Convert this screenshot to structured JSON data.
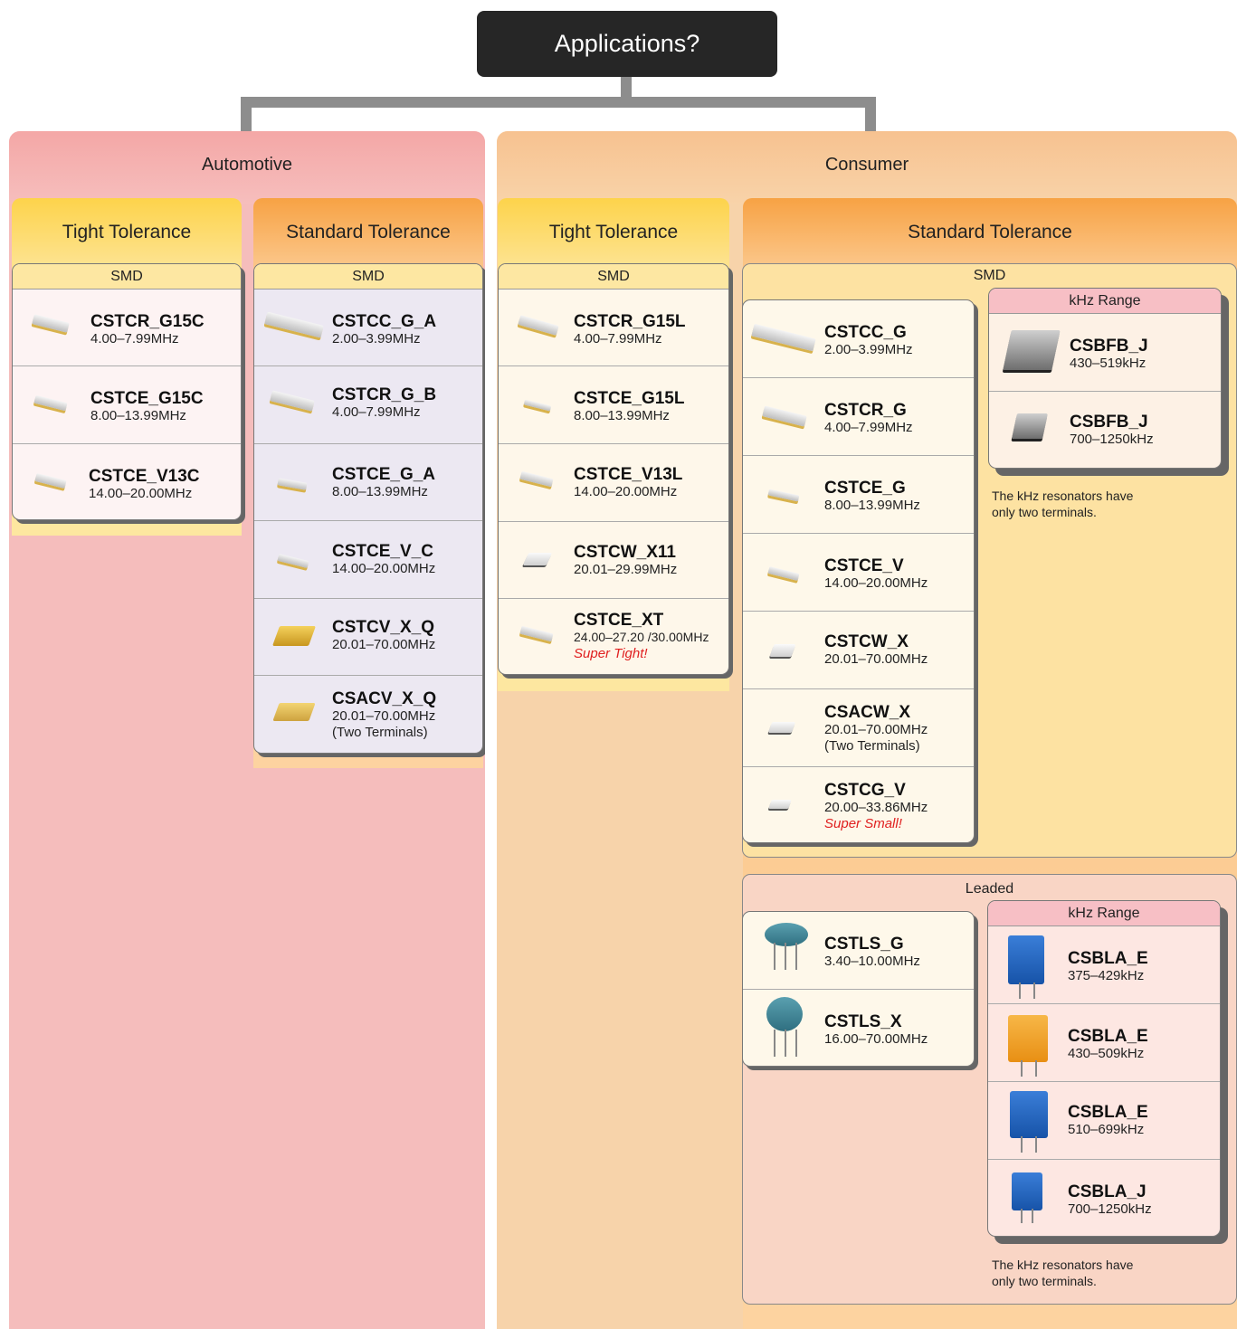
{
  "root_label": "Applications?",
  "automotive": {
    "title": "Automotive",
    "tight": {
      "title": "Tight Tolerance",
      "smd_label": "SMD",
      "items": [
        {
          "name": "CSTCR_G15C",
          "range": "4.00–7.99MHz"
        },
        {
          "name": "CSTCE_G15C",
          "range": "8.00–13.99MHz"
        },
        {
          "name": "CSTCE_V13C",
          "range": "14.00–20.00MHz"
        }
      ]
    },
    "standard": {
      "title": "Standard Tolerance",
      "smd_label": "SMD",
      "items": [
        {
          "name": "CSTCC_G_A",
          "range": "2.00–3.99MHz"
        },
        {
          "name": "CSTCR_G_B",
          "range": "4.00–7.99MHz"
        },
        {
          "name": "CSTCE_G_A",
          "range": "8.00–13.99MHz"
        },
        {
          "name": "CSTCE_V_C",
          "range": "14.00–20.00MHz"
        },
        {
          "name": "CSTCV_X_Q",
          "range": "20.01–70.00MHz"
        },
        {
          "name": "CSACV_X_Q",
          "range": "20.01–70.00MHz",
          "extra": "(Two Terminals)"
        }
      ]
    }
  },
  "consumer": {
    "title": "Consumer",
    "tight": {
      "title": "Tight Tolerance",
      "smd_label": "SMD",
      "items": [
        {
          "name": "CSTCR_G15L",
          "range": "4.00–7.99MHz"
        },
        {
          "name": "CSTCE_G15L",
          "range": "8.00–13.99MHz"
        },
        {
          "name": "CSTCE_V13L",
          "range": "14.00–20.00MHz"
        },
        {
          "name": "CSTCW_X11",
          "range": "20.01–29.99MHz"
        },
        {
          "name": "CSTCE_XT",
          "range": "24.00–27.20 /30.00MHz",
          "note": "Super Tight!"
        }
      ]
    },
    "standard": {
      "title": "Standard Tolerance",
      "smd": {
        "label": "SMD",
        "items": [
          {
            "name": "CSTCC_G",
            "range": "2.00–3.99MHz"
          },
          {
            "name": "CSTCR_G",
            "range": "4.00–7.99MHz"
          },
          {
            "name": "CSTCE_G",
            "range": "8.00–13.99MHz"
          },
          {
            "name": "CSTCE_V",
            "range": "14.00–20.00MHz"
          },
          {
            "name": "CSTCW_X",
            "range": "20.01–70.00MHz"
          },
          {
            "name": "CSACW_X",
            "range": "20.01–70.00MHz",
            "extra": "(Two Terminals)"
          },
          {
            "name": "CSTCG_V",
            "range": "20.00–33.86MHz",
            "note": "Super Small!"
          }
        ],
        "khz": {
          "label": "kHz Range",
          "items": [
            {
              "name": "CSBFB_J",
              "range": "430–519kHz"
            },
            {
              "name": "CSBFB_J",
              "range": "700–1250kHz"
            }
          ],
          "note_line1": "The kHz resonators have",
          "note_line2": "only two terminals."
        }
      },
      "leaded": {
        "label": "Leaded",
        "items": [
          {
            "name": "CSTLS_G",
            "range": "3.40–10.00MHz"
          },
          {
            "name": "CSTLS_X",
            "range": "16.00–70.00MHz"
          }
        ],
        "khz": {
          "label": "kHz Range",
          "items": [
            {
              "name": "CSBLA_E",
              "range": "375–429kHz"
            },
            {
              "name": "CSBLA_E",
              "range": "430–509kHz"
            },
            {
              "name": "CSBLA_E",
              "range": "510–699kHz"
            },
            {
              "name": "CSBLA_J",
              "range": "700–1250kHz"
            }
          ],
          "note_line1": "The kHz resonators have",
          "note_line2": "only two terminals."
        }
      }
    }
  }
}
